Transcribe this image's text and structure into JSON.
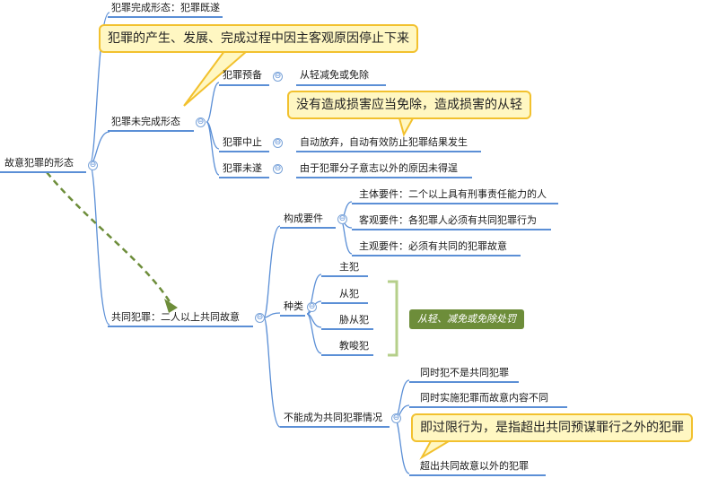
{
  "nodes": {
    "root": "故意犯罪的形态",
    "complete": "犯罪完成形态：犯罪既遂",
    "incomplete": "犯罪未完成形态",
    "prep": "犯罪预备",
    "prep_note": "从轻减免或免除",
    "abandon": "犯罪中止",
    "abandon_note": "自动放弃，自动有效防止犯罪结果发生",
    "attempt": "犯罪未遂",
    "attempt_note": "由于犯罪分子意志以外的原因未得逞",
    "joint": "共同犯罪：二人以上共同故意",
    "elements": "构成要件",
    "el_subject": "主体要件：二个以上具有刑事责任能力的人",
    "el_objective": "客观要件：各犯罪人必须有共同犯罪行为",
    "el_subjective": "主观要件：必须有共同的犯罪故意",
    "kinds": "种类",
    "k_principal": "主犯",
    "k_secondary": "从犯",
    "k_coerced": "胁从犯",
    "k_instigator": "教唆犯",
    "kinds_tag": "从轻、减免或免除处罚",
    "notjoint": "不能成为共同犯罪情况",
    "nj_1": "同时犯不是共同犯罪",
    "nj_2": "同时实施犯罪而故意内容不同",
    "nj_3": "超出共同故意以外的犯罪"
  },
  "callouts": {
    "incomplete_def": "犯罪的产生、发展、完成过程中因主客观原因停止下来",
    "abandon_rule": "没有造成损害应当免除，造成损害的从轻",
    "excess_def": "即过限行为，是指超出共同预谋罪行之外的犯罪"
  },
  "toggle_symbol": "⊖",
  "colors": {
    "link": "#5b8fd6",
    "callout_bg": "#fff7c2",
    "callout_border": "#f2c12e",
    "tag_bg": "#6d8d3a",
    "bracket": "#b5cf8a",
    "relation_arrow": "#6d8d3a"
  }
}
